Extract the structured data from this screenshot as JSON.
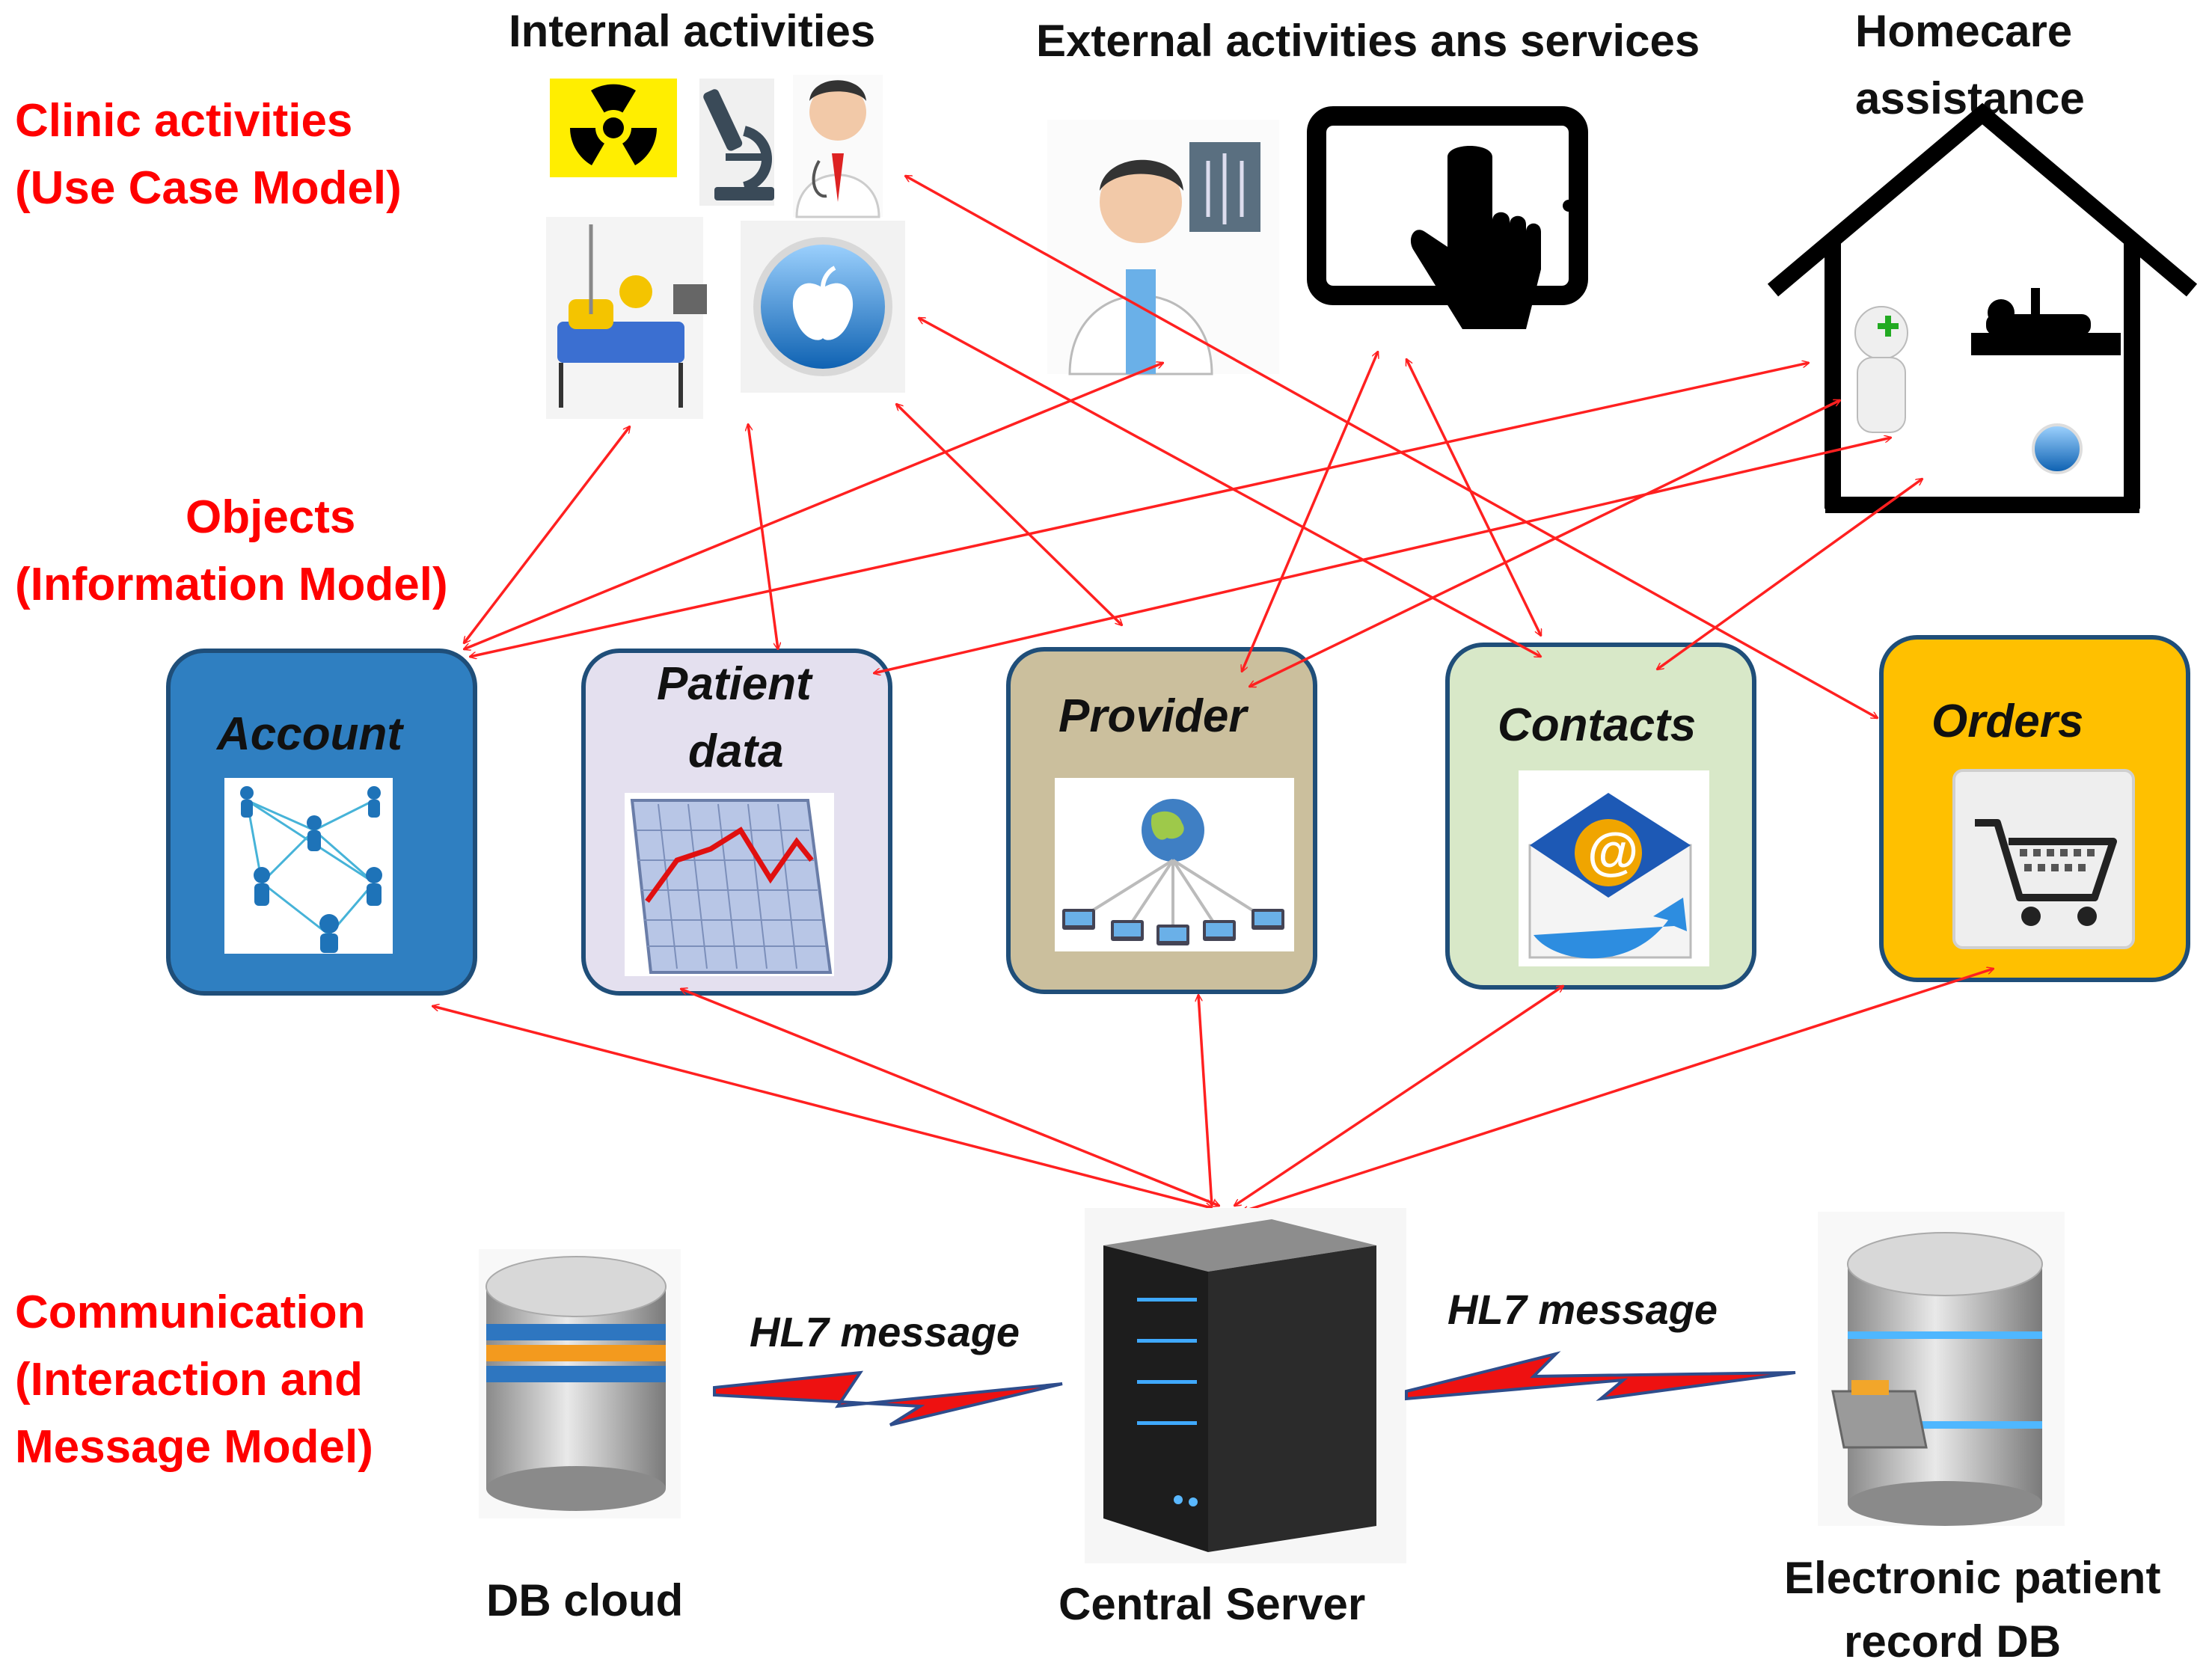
{
  "layers": {
    "clinic": {
      "line1": "Clinic activities",
      "line2": "(Use Case Model)"
    },
    "objects": {
      "line1": "Objects",
      "line2": "(Information Model)"
    },
    "communication": {
      "line1": "Communication",
      "line2": "(Interaction and",
      "line3": "Message Model)"
    }
  },
  "activities": {
    "internal": "Internal activities",
    "external": "External activities ans services",
    "homecare_line1": "Homecare",
    "homecare_line2": "assistance"
  },
  "objects": [
    {
      "id": "account",
      "line1": "Account",
      "line2": "",
      "fill": "#2f7fc1",
      "icon": "network-people-icon"
    },
    {
      "id": "patient-data",
      "line1": "Patient",
      "line2": "data",
      "fill": "#e4e0ef",
      "icon": "chart-icon"
    },
    {
      "id": "provider",
      "line1": "Provider",
      "line2": "",
      "fill": "#cbbf9d",
      "icon": "globe-network-icon"
    },
    {
      "id": "contacts",
      "line1": "Contacts",
      "line2": "",
      "fill": "#d8e8c8",
      "icon": "email-at-icon"
    },
    {
      "id": "orders",
      "line1": "Orders",
      "line2": "",
      "fill": "#ffc000",
      "icon": "shopping-cart-icon"
    }
  ],
  "communication": {
    "left_message": "HL7 message",
    "right_message": "HL7 message",
    "db_cloud": "DB cloud",
    "central_server": "Central Server",
    "ehr_line1": "Electronic patient",
    "ehr_line2": "record DB"
  },
  "colors": {
    "arrows": "#ff2020",
    "layer_labels": "#ff0000",
    "box_border": "#1f4e79"
  }
}
